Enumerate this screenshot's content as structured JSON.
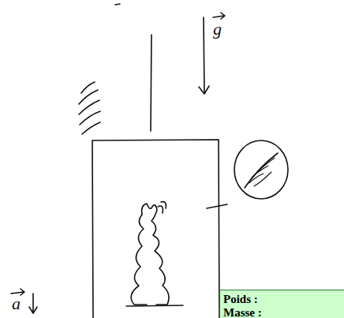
{
  "diagram": {
    "nodes": [
      {
        "text": [
          "Poids :",
          "Masse :"
        ]
      }
    ],
    "labels": [
      "g",
      "a"
    ]
  }
}
